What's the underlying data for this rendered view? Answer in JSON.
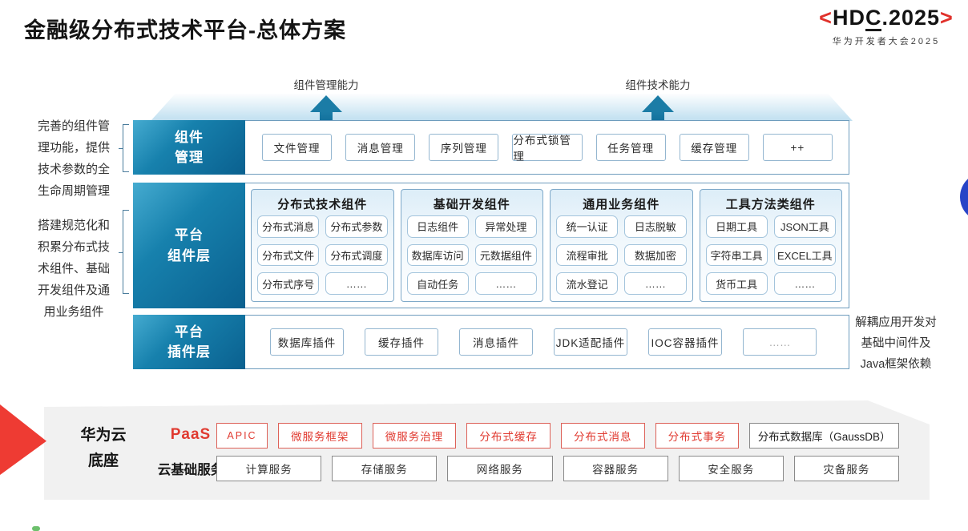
{
  "title": "金融级分布式技术平台-总体方案",
  "logo": {
    "left_angle": "<",
    "text_pre": "HD",
    "text_c": "C",
    "text_post": ".2025",
    "right_angle": ">",
    "subtitle": "华为开发者大会2025"
  },
  "arrows": {
    "left_label": "组件管理能力",
    "right_label": "组件技术能力"
  },
  "annotations": {
    "left_top": "完善的组件管\n理功能，提供\n技术参数的全\n生命周期管理",
    "left_bottom": "搭建规范化和\n积累分布式技\n术组件、基础\n开发组件及通\n用业务组件",
    "right": "解耦应用开发对\n基础中间件及\nJava框架依赖"
  },
  "rows": {
    "component_mgmt": {
      "label": "组件\n管理",
      "items": [
        "文件管理",
        "消息管理",
        "序列管理",
        "分布式锁管理",
        "任务管理",
        "缓存管理",
        "++"
      ]
    },
    "platform_components": {
      "label": "平台\n组件层",
      "columns": [
        {
          "header": "分布式技术组件",
          "items": [
            "分布式消息",
            "分布式参数",
            "分布式文件",
            "分布式调度",
            "分布式序号",
            "……"
          ]
        },
        {
          "header": "基础开发组件",
          "items": [
            "日志组件",
            "异常处理",
            "数据库访问",
            "元数据组件",
            "自动任务",
            "……"
          ]
        },
        {
          "header": "通用业务组件",
          "items": [
            "统一认证",
            "日志脱敏",
            "流程审批",
            "数据加密",
            "流水登记",
            "……"
          ]
        },
        {
          "header": "工具方法类组件",
          "items": [
            "日期工具",
            "JSON工具",
            "字符串工具",
            "EXCEL工具",
            "货币工具",
            "……"
          ]
        }
      ]
    },
    "platform_plugins": {
      "label": "平台\n插件层",
      "items": [
        "数据库插件",
        "缓存插件",
        "消息插件",
        "JDK适配插件",
        "IOC容器插件",
        "……"
      ]
    }
  },
  "foundation": {
    "label": "华为云\n底座",
    "paas_label": "PaaS",
    "paas_items": [
      "APIC",
      "微服务框架",
      "微服务治理",
      "分布式缓存",
      "分布式消息",
      "分布式事务"
    ],
    "paas_db": "分布式数据库（GaussDB）",
    "cloud_label": "云基础服务",
    "cloud_items": [
      "计算服务",
      "存储服务",
      "网络服务",
      "容器服务",
      "安全服务",
      "灾备服务"
    ]
  },
  "colors": {
    "accent_red": "#e03a30",
    "arrow_teal": "#1b7ca6",
    "label_gradient_light": "#45abd0",
    "label_gradient_dark": "#0a608f",
    "panel_border_blue": "#6e9cbd",
    "column_fill_blue": "#dcedf8",
    "circle_blue": "#2744c7",
    "foundation_gray": "#f1f1f1"
  }
}
